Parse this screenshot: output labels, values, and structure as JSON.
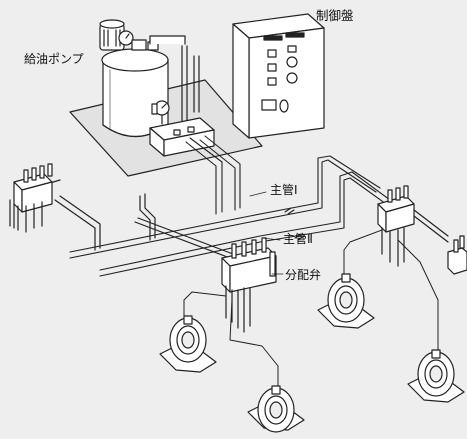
{
  "labels": {
    "pump": "給油ポンプ",
    "control_panel": "制御盤",
    "main_pipe_1": "主管Ⅰ",
    "main_pipe_2": "主管Ⅱ",
    "distributor_valve": "分配弁"
  },
  "colors": {
    "background": "#eeeeee",
    "line": "#222222",
    "fill": "#ffffff",
    "shadow": "#cfcfcf"
  }
}
